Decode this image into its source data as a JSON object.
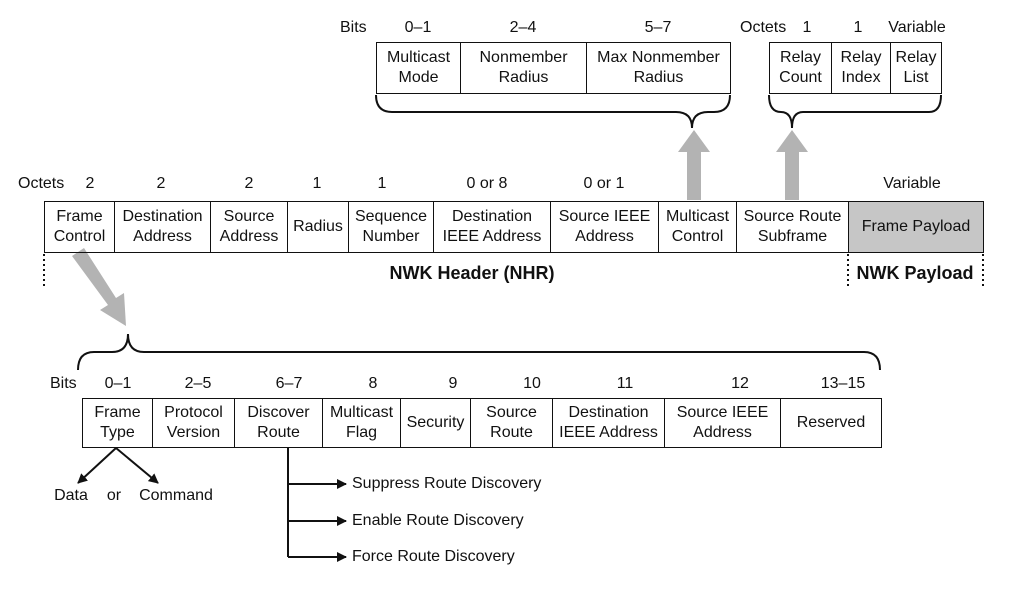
{
  "top_multicast": {
    "header_label": "Bits",
    "bits": [
      "0–1",
      "2–4",
      "5–7"
    ],
    "fields": [
      "Multicast\nMode",
      "Nonmember\nRadius",
      "Max Nonmember\nRadius"
    ]
  },
  "top_relay": {
    "header_label": "Octets",
    "sizes": [
      "1",
      "1",
      "Variable"
    ],
    "fields": [
      "Relay\nCount",
      "Relay\nIndex",
      "Relay\nList"
    ]
  },
  "frame": {
    "header_label": "Octets",
    "sizes": [
      "2",
      "2",
      "2",
      "1",
      "1",
      "0 or 8",
      "0 or 1",
      "Variable"
    ],
    "fields": [
      "Frame\nControl",
      "Destination\nAddress",
      "Source\nAddress",
      "Radius",
      "Sequence\nNumber",
      "Destination\nIEEE Address",
      "Source IEEE\nAddress",
      "Multicast\nControl",
      "Source Route\nSubframe",
      "Frame Payload"
    ],
    "header_name": "NWK Header (NHR)",
    "payload_name": "NWK Payload"
  },
  "frame_control": {
    "header_label": "Bits",
    "bits": [
      "0–1",
      "2–5",
      "6–7",
      "8",
      "9",
      "10",
      "11",
      "12",
      "13–15"
    ],
    "fields": [
      "Frame\nType",
      "Protocol\nVersion",
      "Discover\nRoute",
      "Multicast\nFlag",
      "Security",
      "Source\nRoute",
      "Destination\nIEEE Address",
      "Source IEEE\nAddress",
      "Reserved"
    ]
  },
  "frame_type": {
    "values": [
      "Data",
      "or",
      "Command"
    ]
  },
  "discover_route": {
    "options": [
      "Suppress Route Discovery",
      "Enable Route Discovery",
      "Force Route Discovery"
    ]
  },
  "colors": {
    "line": "#111111",
    "arrow": "#b3b3b3",
    "payload_fill": "#c6c6c6"
  }
}
